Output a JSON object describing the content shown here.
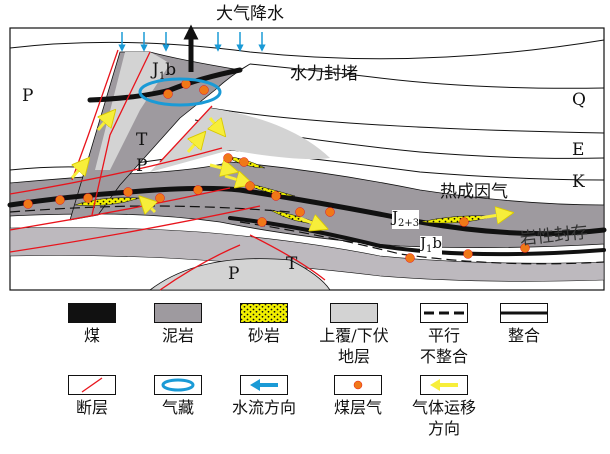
{
  "title": "大气降水",
  "annotations": {
    "water_seal": "水力封堵",
    "thermogenic_gas": "热成因气",
    "lithologic_seal": "岩性封存"
  },
  "strata": {
    "P_left": "P",
    "Q": "Q",
    "E": "E",
    "K": "K",
    "T_upper": "T",
    "P_mid": "P",
    "P_bottom": "P",
    "T_bottom": "T",
    "J1b_top_main": "J",
    "J1b_top_sub": "1",
    "J1b_top_tail": "b",
    "J23_main": "J",
    "J23_sub": "2+3",
    "J1b_right_main": "J",
    "J1b_right_sub": "1",
    "J1b_right_tail": "b"
  },
  "legend": {
    "row1": [
      {
        "name": "coal",
        "label": "煤"
      },
      {
        "name": "mudstone",
        "label": "泥岩"
      },
      {
        "name": "sandstone",
        "label": "砂岩"
      },
      {
        "name": "over-under-strata",
        "label": "上覆/下伏",
        "label2": "地层"
      },
      {
        "name": "parallel-unconformity",
        "label": "平行",
        "label2": "不整合"
      },
      {
        "name": "conformity",
        "label": "整合"
      }
    ],
    "row2": [
      {
        "name": "fault",
        "label": "断层"
      },
      {
        "name": "gas-reservoir",
        "label": "气藏"
      },
      {
        "name": "water-flow-direction",
        "label": "水流方向"
      },
      {
        "name": "coalbed-gas",
        "label": "煤层气"
      },
      {
        "name": "gas-migration-direction",
        "label": "气体运移",
        "label2": "方向"
      }
    ]
  },
  "colors": {
    "coal": "#111111",
    "mudstone": "#9e9a9f",
    "strata": "#d3d3d3",
    "sandstone": "#f2f000",
    "fault": "#e8141c",
    "water": "#1a9ad6",
    "gas": "#f07818",
    "migration": "#f7ee3a"
  }
}
